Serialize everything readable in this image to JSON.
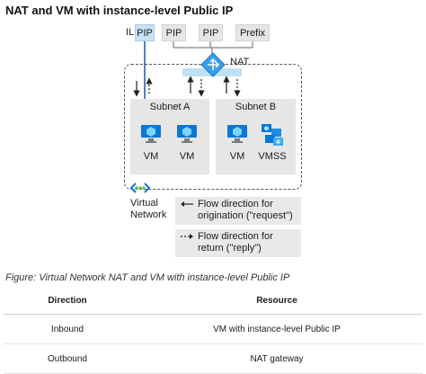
{
  "title": "NAT and VM with instance-level Public IP",
  "il_label": "IL",
  "public_ips": {
    "instance_pip": "PIP",
    "nat_pip_1": "PIP",
    "nat_pip_2": "PIP",
    "nat_prefix": "Prefix"
  },
  "nat_label": "NAT",
  "subnets": [
    {
      "name": "Subnet A",
      "resources": [
        "VM",
        "VM"
      ]
    },
    {
      "name": "Subnet B",
      "resources": [
        "VM",
        "VMSS"
      ]
    }
  ],
  "virtual_network_label_line1": "Virtual",
  "virtual_network_label_line2": "Network",
  "legend": {
    "request_line1": "Flow direction for",
    "request_line2": "origination (\"request\")",
    "reply_line1": "Flow direction for",
    "reply_line2": "return (\"reply\")"
  },
  "figure_caption": "Figure: Virtual Network NAT and VM with instance-level Public IP",
  "table": {
    "headers": [
      "Direction",
      "Resource"
    ],
    "rows": [
      [
        "Inbound",
        "VM with instance-level Public IP"
      ],
      [
        "Outbound",
        "NAT gateway"
      ]
    ]
  },
  "colors": {
    "accent_blue": "#0078d4",
    "highlight_pip": "#c9e2f6",
    "nat_bar": "#bfe0f5",
    "box_gray": "#e6e6e6"
  },
  "icons": [
    "nat-gateway-icon",
    "vm-icon",
    "vmss-icon",
    "virtual-network-icon"
  ]
}
